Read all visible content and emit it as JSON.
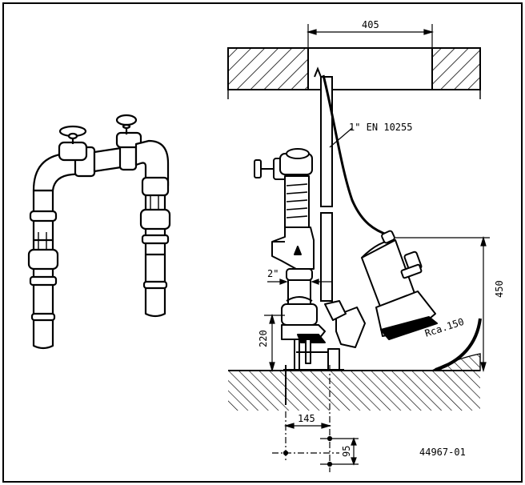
{
  "drawing": {
    "width_label": "405",
    "pipe_spec_label": "1\" EN 10255",
    "pipe_size_label": "2\"",
    "height_label_left": "220",
    "height_label_right": "450",
    "radius_label": "Rca.150",
    "base_label_horizontal": "145",
    "base_label_vertical": "95",
    "drawing_number": "44967-01"
  }
}
